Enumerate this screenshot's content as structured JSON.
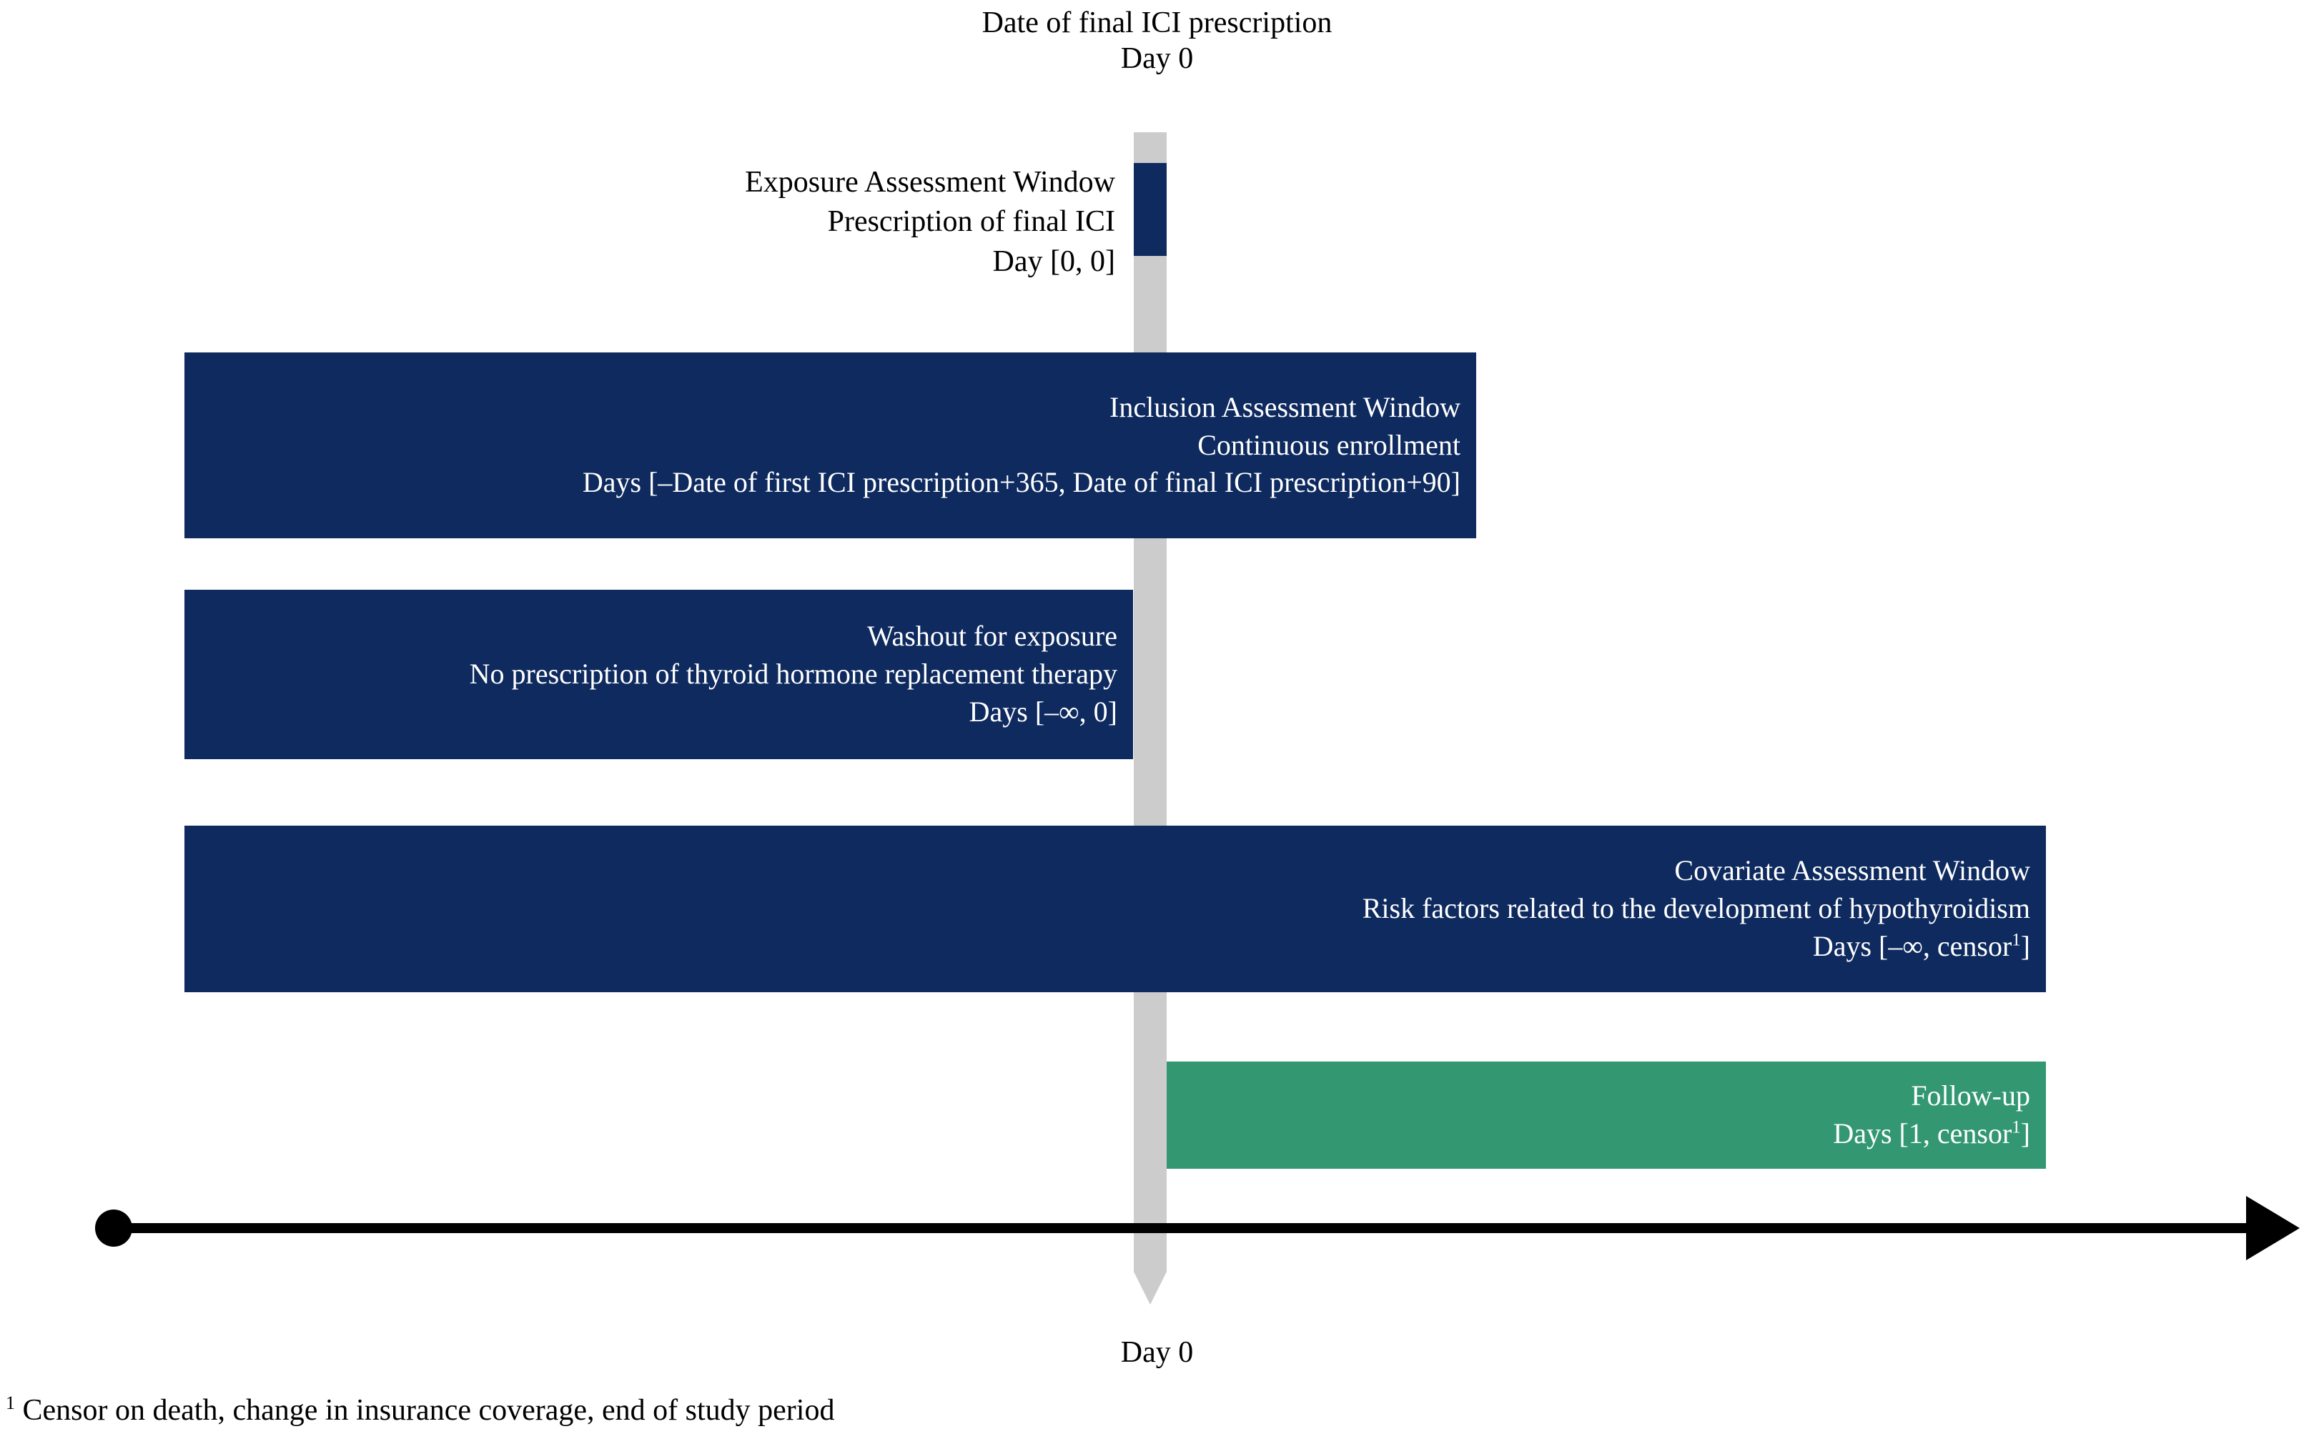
{
  "figure": {
    "type": "study-design-timeline",
    "background_color": "#ffffff",
    "palette": {
      "navy": "#0e2a5e",
      "green": "#339872",
      "day0_marker_gray": "#cccccc",
      "axis_black": "#000000",
      "bar_text": "#ffffff",
      "page_text": "#000000"
    }
  },
  "top_marker": {
    "line1": "Date of final ICI prescription",
    "line2": "Day 0"
  },
  "bottom_marker": {
    "label": "Day 0"
  },
  "windows": [
    {
      "id": "exposure",
      "title": "Exposure Assessment Window",
      "description": "Prescription of final ICI",
      "days": "Day [0, 0]",
      "color": "#0e2a5e",
      "label_position": "left-outside"
    },
    {
      "id": "inclusion",
      "title": "Inclusion Assessment Window",
      "description": "Continuous enrollment",
      "days": "Days [–Date of first ICI prescription+365, Date of final ICI prescription+90]",
      "color": "#0e2a5e",
      "label_position": "inside-right"
    },
    {
      "id": "washout",
      "title": "Washout for exposure",
      "description": "No prescription of thyroid hormone replacement therapy",
      "days": "Days [–∞, 0]",
      "color": "#0e2a5e",
      "label_position": "inside-right"
    },
    {
      "id": "covariate",
      "title": "Covariate Assessment Window",
      "description": "Risk factors related to the development of hypothyroidism",
      "days_prefix": "Days [–∞, censor",
      "days_superscript": "1",
      "days_suffix": "]",
      "color": "#0e2a5e",
      "label_position": "inside-right"
    },
    {
      "id": "followup",
      "title": "Follow-up",
      "description": "",
      "days_prefix": "Days [1, censor",
      "days_superscript": "1",
      "days_suffix": "]",
      "color": "#339872",
      "label_position": "inside-right"
    }
  ],
  "footnote": {
    "marker": "1",
    "text": " Censor on death, change in insurance coverage, end of study period"
  }
}
